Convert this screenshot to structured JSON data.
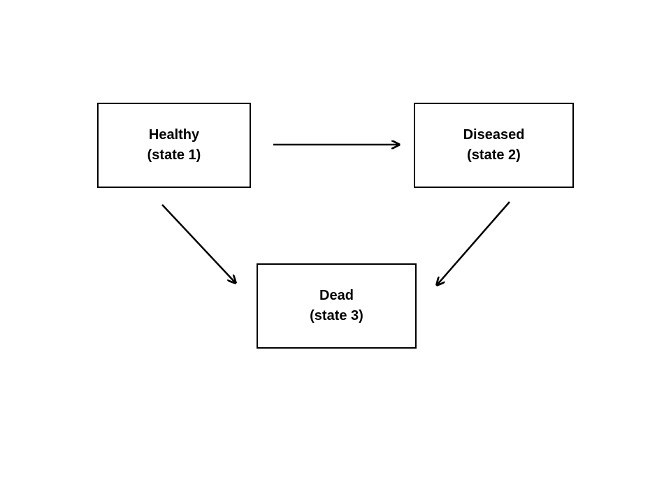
{
  "states": {
    "healthy": {
      "name": "Healthy",
      "sub": "(state 1)"
    },
    "diseased": {
      "name": "Diseased",
      "sub": "(state 2)"
    },
    "dead": {
      "name": "Dead",
      "sub": "(state 3)"
    }
  },
  "transitions": [
    {
      "from": "healthy",
      "to": "diseased"
    },
    {
      "from": "healthy",
      "to": "dead"
    },
    {
      "from": "diseased",
      "to": "dead"
    }
  ],
  "colors": {
    "stroke": "#000000",
    "background": "#ffffff"
  }
}
